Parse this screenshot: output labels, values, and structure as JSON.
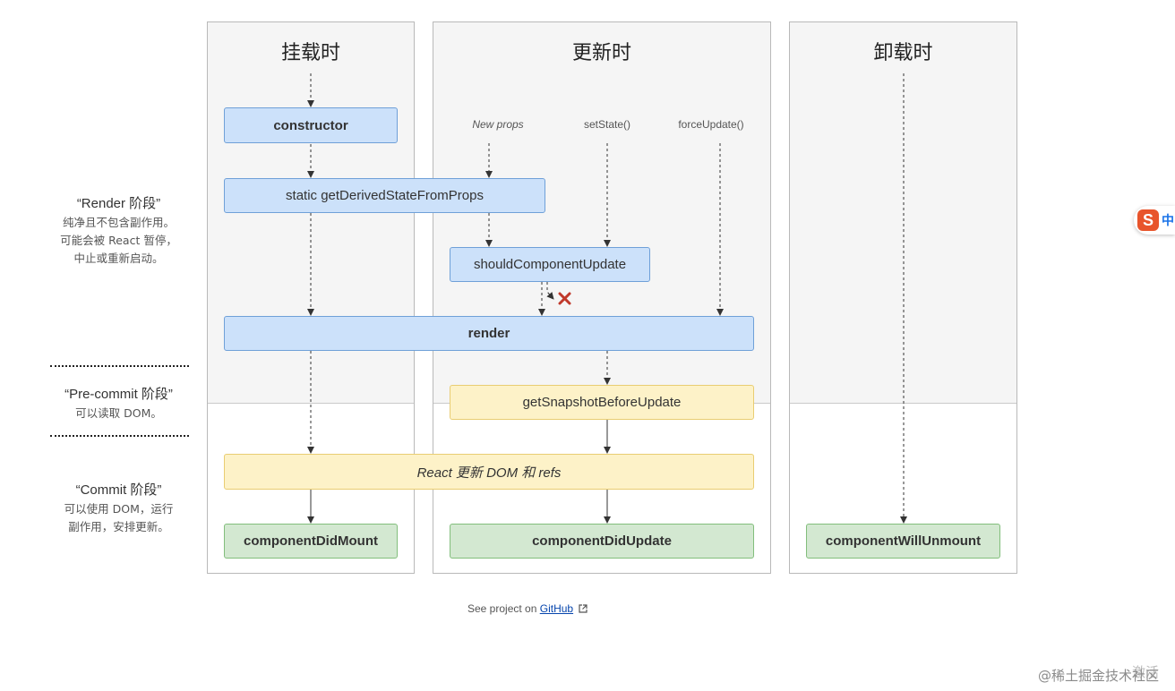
{
  "columns": {
    "mount": "挂载时",
    "update": "更新时",
    "unmount": "卸载时"
  },
  "triggers": {
    "new_props": "New props",
    "set_state": "setState()",
    "force_update": "forceUpdate()"
  },
  "nodes": {
    "constructor": "constructor",
    "get_derived_state": "static getDerivedStateFromProps",
    "should_component_update": "shouldComponentUpdate",
    "render": "render",
    "get_snapshot": "getSnapshotBeforeUpdate",
    "react_update_dom": "React 更新 DOM 和 refs",
    "component_did_mount": "componentDidMount",
    "component_did_update": "componentDidUpdate",
    "component_will_unmount": "componentWillUnmount"
  },
  "phases": {
    "render": {
      "title": "“Render 阶段”",
      "desc_lines": [
        "纯净且不包含副作用。",
        "可能会被 React 暂停，",
        "中止或重新启动。"
      ]
    },
    "precommit": {
      "title": "“Pre-commit 阶段”",
      "desc_lines": [
        "可以读取 DOM。"
      ]
    },
    "commit": {
      "title": "“Commit 阶段”",
      "desc_lines": [
        "可以使用 DOM，运行",
        "副作用，安排更新。"
      ]
    }
  },
  "footer": {
    "prefix": "See project on",
    "link": "GitHub"
  },
  "watermark": "@稀土掘金技术社区",
  "os_notice": "激活",
  "ime_label": "中",
  "colors": {
    "blue_fill": "#cce1fa",
    "yellow_fill": "#fdf2c8",
    "green_fill": "#d3e8d1",
    "cancel_cross": "#c0392b"
  }
}
